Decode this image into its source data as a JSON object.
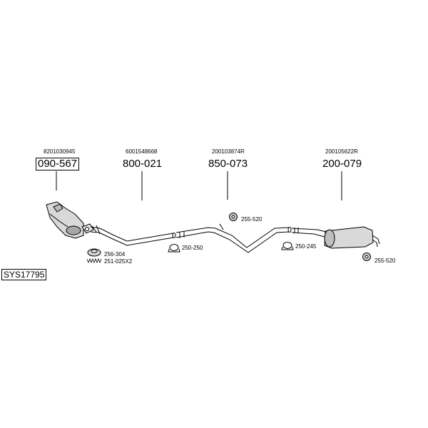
{
  "system_code": "SYS17795",
  "parts": [
    {
      "ref": "8201030945",
      "number": "090-567",
      "boxed": true
    },
    {
      "ref": "6001548668",
      "number": "800-021",
      "boxed": false
    },
    {
      "ref": "200103874R",
      "number": "850-073",
      "boxed": false
    },
    {
      "ref": "200105622R",
      "number": "200-079",
      "boxed": false
    }
  ],
  "accessories": {
    "gasket_1": "256-304",
    "springs_1": "251-025X2",
    "clamp_1": "250-250",
    "hanger_1": "255-520",
    "clamp_2": "250-245",
    "hanger_2": "255-520"
  }
}
